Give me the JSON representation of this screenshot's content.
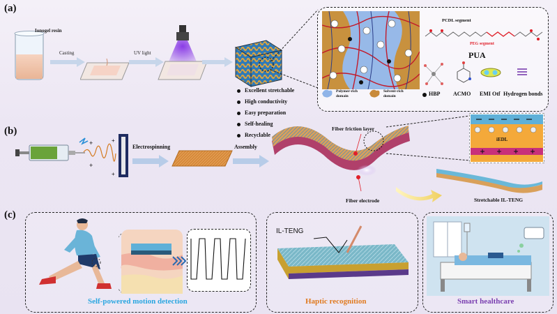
{
  "panels": {
    "a": {
      "label": "(a)",
      "ionogel_label": "Ionogel resin",
      "casting_label": "Casting",
      "uv_label": "UV light",
      "properties": [
        "Excellent stretchable",
        "High conductivity",
        "Easy preparation",
        "Self-healing",
        "Recyclable"
      ],
      "inset": {
        "pcdl": "PCDL segment",
        "peg": "PEG segment",
        "pua": "PUA",
        "polymer_rich": "Polymer-rich domain",
        "solvent_rich": "Solvent-rich domain",
        "hbp": "HBP",
        "acmo": "ACMO",
        "emi": "EMI Otf",
        "hbonds": "Hydrogen bonds"
      }
    },
    "b": {
      "label": "(b)",
      "electrospinning": "Electrospinning",
      "assembly": "Assembly",
      "friction_layer": "Fiber friction layer",
      "fiber_electrode": "Fiber electrode",
      "iedl": "iEDL",
      "stretchable": "Stretchable IL-TENG"
    },
    "c": {
      "label": "(c)",
      "motion": "Self-powered motion detection",
      "haptic_tag": "IL-TENG",
      "haptic": "Haptic recognition",
      "health": "Smart healthcare"
    }
  },
  "colors": {
    "motion": "#2aa6e0",
    "haptic": "#e07a1f",
    "health": "#7a3fb0",
    "peg": "#e0202a",
    "polymer": "#8fb4e8",
    "solvent": "#c88a3a"
  }
}
